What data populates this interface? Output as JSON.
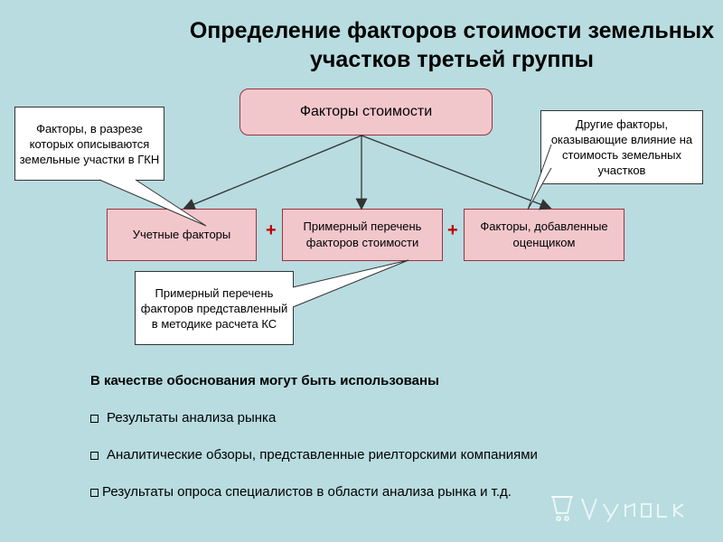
{
  "title": {
    "line1": "Определение факторов стоимости земельных",
    "line2": "участков третьей группы"
  },
  "diagram": {
    "top_box": "Факторы стоимости",
    "boxes": [
      "Учетные факторы",
      "Примерный перечень факторов стоимости",
      "Факторы, добавленные оценщиком"
    ],
    "plus_sign": "+",
    "callouts": {
      "left": "Факторы, в разрезе которых описываются земельные участки в ГКН",
      "right": "Другие факторы, оказывающие влияние на стоимость земельных участков",
      "bottom": "Примерный перечень факторов представленный в методике расчета КС"
    }
  },
  "justification": {
    "heading": "В качестве обоснования могут быть использованы",
    "items": [
      "Результаты анализа рынка",
      "Аналитические обзоры, представленные риелторскими компаниями",
      "Результаты опроса специалистов в области анализа рынка и т.д."
    ]
  },
  "colors": {
    "background": "#b8dce0",
    "box_fill": "#f2c7cb",
    "box_border": "#9b3340",
    "plus": "#c00000"
  }
}
